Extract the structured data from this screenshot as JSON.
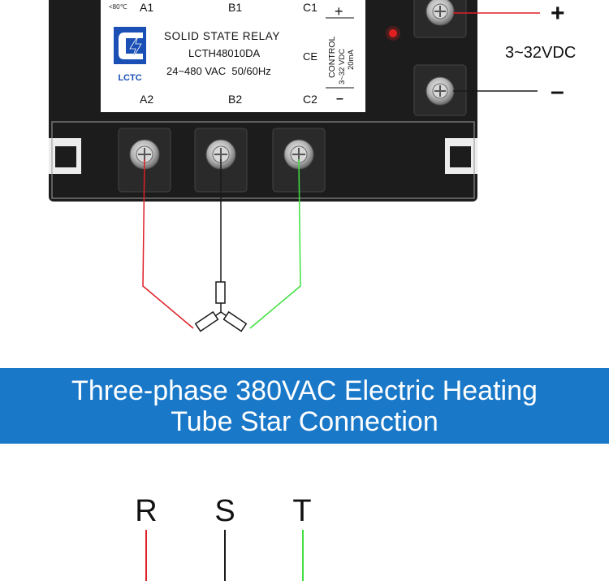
{
  "relay": {
    "temp": "<80℃",
    "terminals_top": [
      "A1",
      "B1",
      "C1"
    ],
    "terminals_bottom": [
      "A2",
      "B2",
      "C2"
    ],
    "brand": "LCTC",
    "title": "SOLID STATE RELAY",
    "model": "LCTH48010DA",
    "rating": "24~480 VAC  50/60Hz",
    "ce": "CE",
    "control_label": "CONTROL",
    "control_voltage": "3~32 VDC",
    "control_current": "20mA",
    "plus": "+",
    "minus": "–"
  },
  "dc_supply": {
    "plus": "+",
    "minus": "–",
    "voltage": "3~32VDC"
  },
  "banner": {
    "line1": "Three-phase 380VAC Electric Heating",
    "line2": "Tube Star Connection"
  },
  "phases": [
    "R",
    "S",
    "T"
  ],
  "colors": {
    "relay_body": "#1c1c1c",
    "banner": "#1a78c8",
    "wire_red": "#dd1f26",
    "wire_green": "#3fe03f",
    "wire_black": "#1a1a1a",
    "logo_blue": "#1a4fb5"
  }
}
